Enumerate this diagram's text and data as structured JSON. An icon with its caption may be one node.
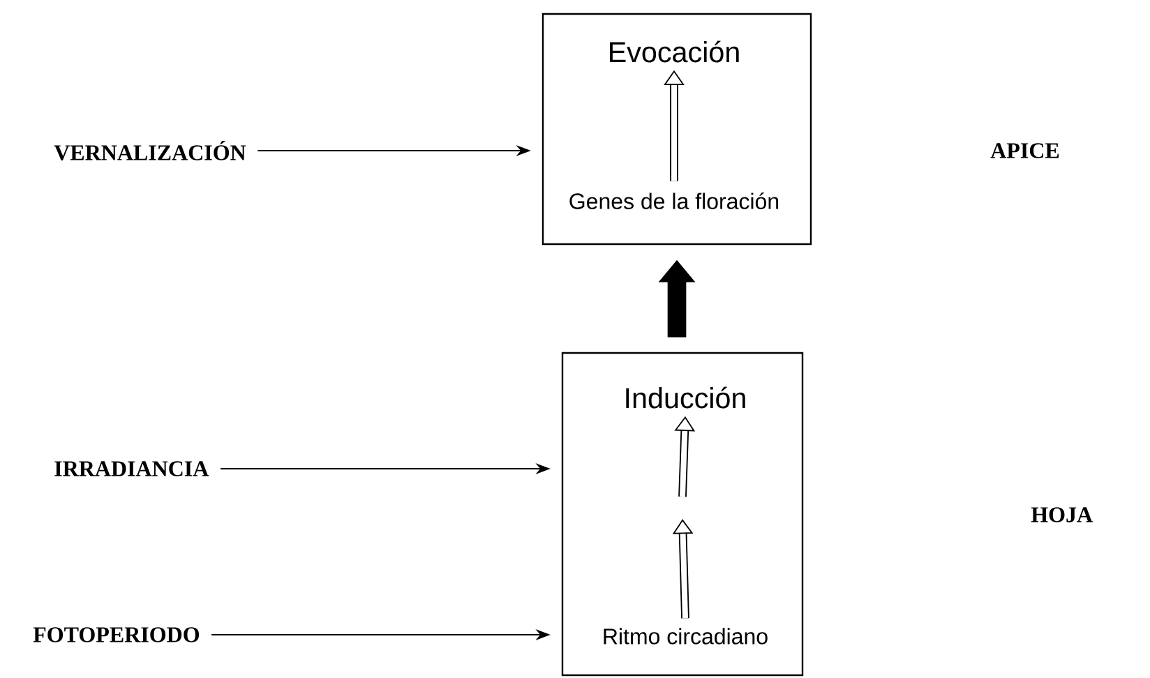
{
  "diagram": {
    "nodes": [
      {
        "text": [],
        "shape": "box"
      },
      {
        "text": [
          "Evocación"
        ],
        "in": 0
      },
      {
        "text": [
          "Genes de la floración"
        ],
        "in": 0
      },
      {
        "text": [],
        "shape": "box"
      },
      {
        "text": [
          "Inducción"
        ],
        "in": 3
      },
      {
        "text": [
          "Ritmo circadiano"
        ],
        "in": 3
      },
      {
        "text": [
          "VERNALIZACIÓN"
        ]
      },
      {
        "text": [
          "IRRADIANCIA"
        ]
      },
      {
        "text": [
          "FOTOPERIODO"
        ]
      }
    ],
    "edges": [
      {
        "from": 2,
        "to": 1,
        "arrow": "to"
      },
      {
        "from": null,
        "to": 4,
        "arrow": "to"
      },
      {
        "from": 5,
        "to": null,
        "arrow": "to"
      },
      {
        "from": 3,
        "to": 0,
        "arrow": "to",
        "style": "thick"
      },
      {
        "from": 6,
        "to": 0,
        "arrow": "to"
      },
      {
        "from": 7,
        "to": 3,
        "arrow": "to"
      },
      {
        "from": 8,
        "to": 3,
        "arrow": "to"
      }
    ],
    "labels": [
      "APICE",
      "HOJA"
    ]
  }
}
